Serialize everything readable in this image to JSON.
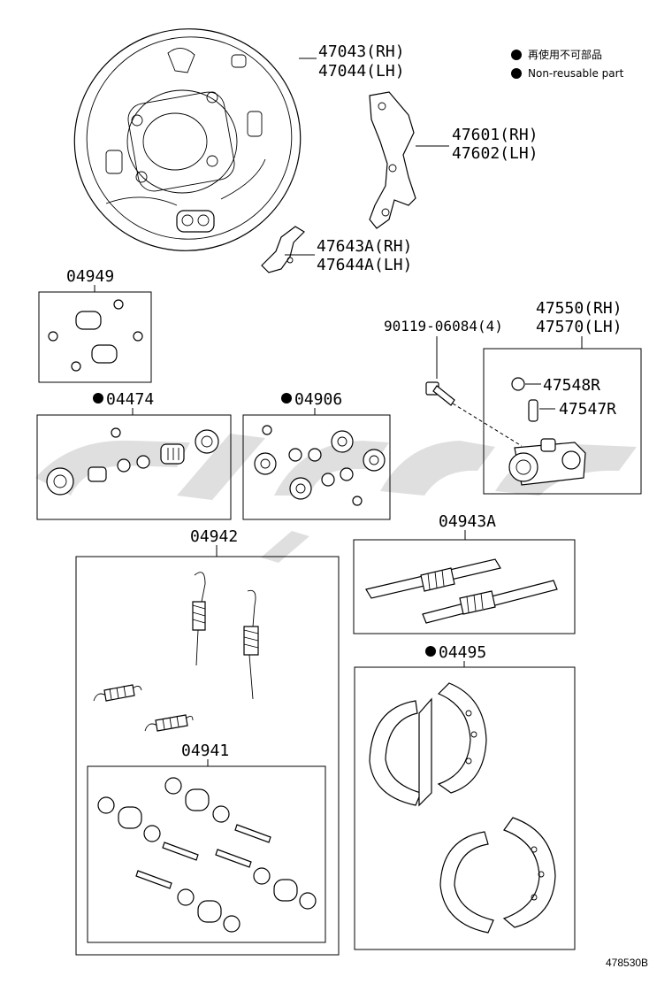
{
  "legend": {
    "line1": "再使用不可部品",
    "line2": "Non-reusable part"
  },
  "parts": {
    "backing_plate": {
      "rh": "47043(RH)",
      "lh": "47044(LH)"
    },
    "lever": {
      "rh": "47601(RH)",
      "lh": "47602(LH)"
    },
    "bracket": {
      "rh": "47643A(RH)",
      "lh": "47644A(LH)"
    },
    "kit_04949": "04949",
    "wheel_cyl": {
      "rh": "47550(RH)",
      "lh": "47570(LH)"
    },
    "bolt": "90119-06084(4)",
    "kit_04474": "04474",
    "kit_04906": "04906",
    "bleeder_cap": "47548R",
    "bleeder_plug": "47547R",
    "kit_04942": "04942",
    "kit_04943a": "04943A",
    "kit_04495": "04495",
    "kit_04941": "04941"
  },
  "figure_ref": "478530B",
  "colors": {
    "line": "#000000",
    "watermark": "#d9d9d9",
    "background": "#ffffff"
  },
  "icons": {
    "non_reusable_marker": "filled-circle-icon"
  }
}
